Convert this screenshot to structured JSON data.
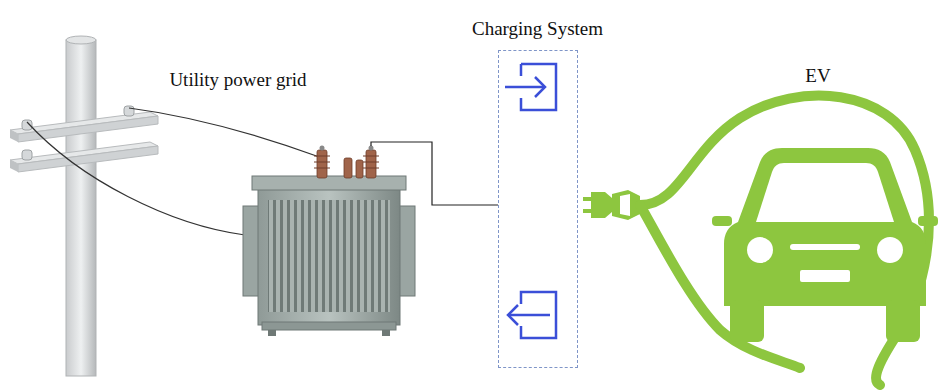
{
  "diagram": {
    "nodes": [
      {
        "text": [
          "Charging System"
        ]
      }
    ],
    "labels": [
      "Utility power grid",
      "EV"
    ]
  }
}
